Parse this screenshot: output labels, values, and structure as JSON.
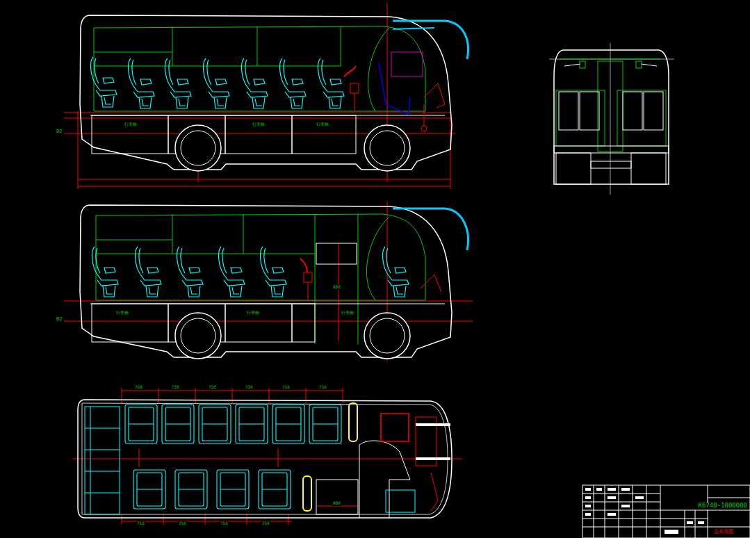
{
  "diagram": {
    "labels": [
      "02",
      "02",
      "行李舱",
      "行李舱",
      "行李舱",
      "行李舱",
      "行李舱",
      "行李舱",
      "880",
      "760",
      "730",
      "730",
      "730",
      "710",
      "730",
      "750",
      "750",
      "750",
      "750",
      "880",
      "K6740-1800000",
      "总布置图"
    ]
  }
}
